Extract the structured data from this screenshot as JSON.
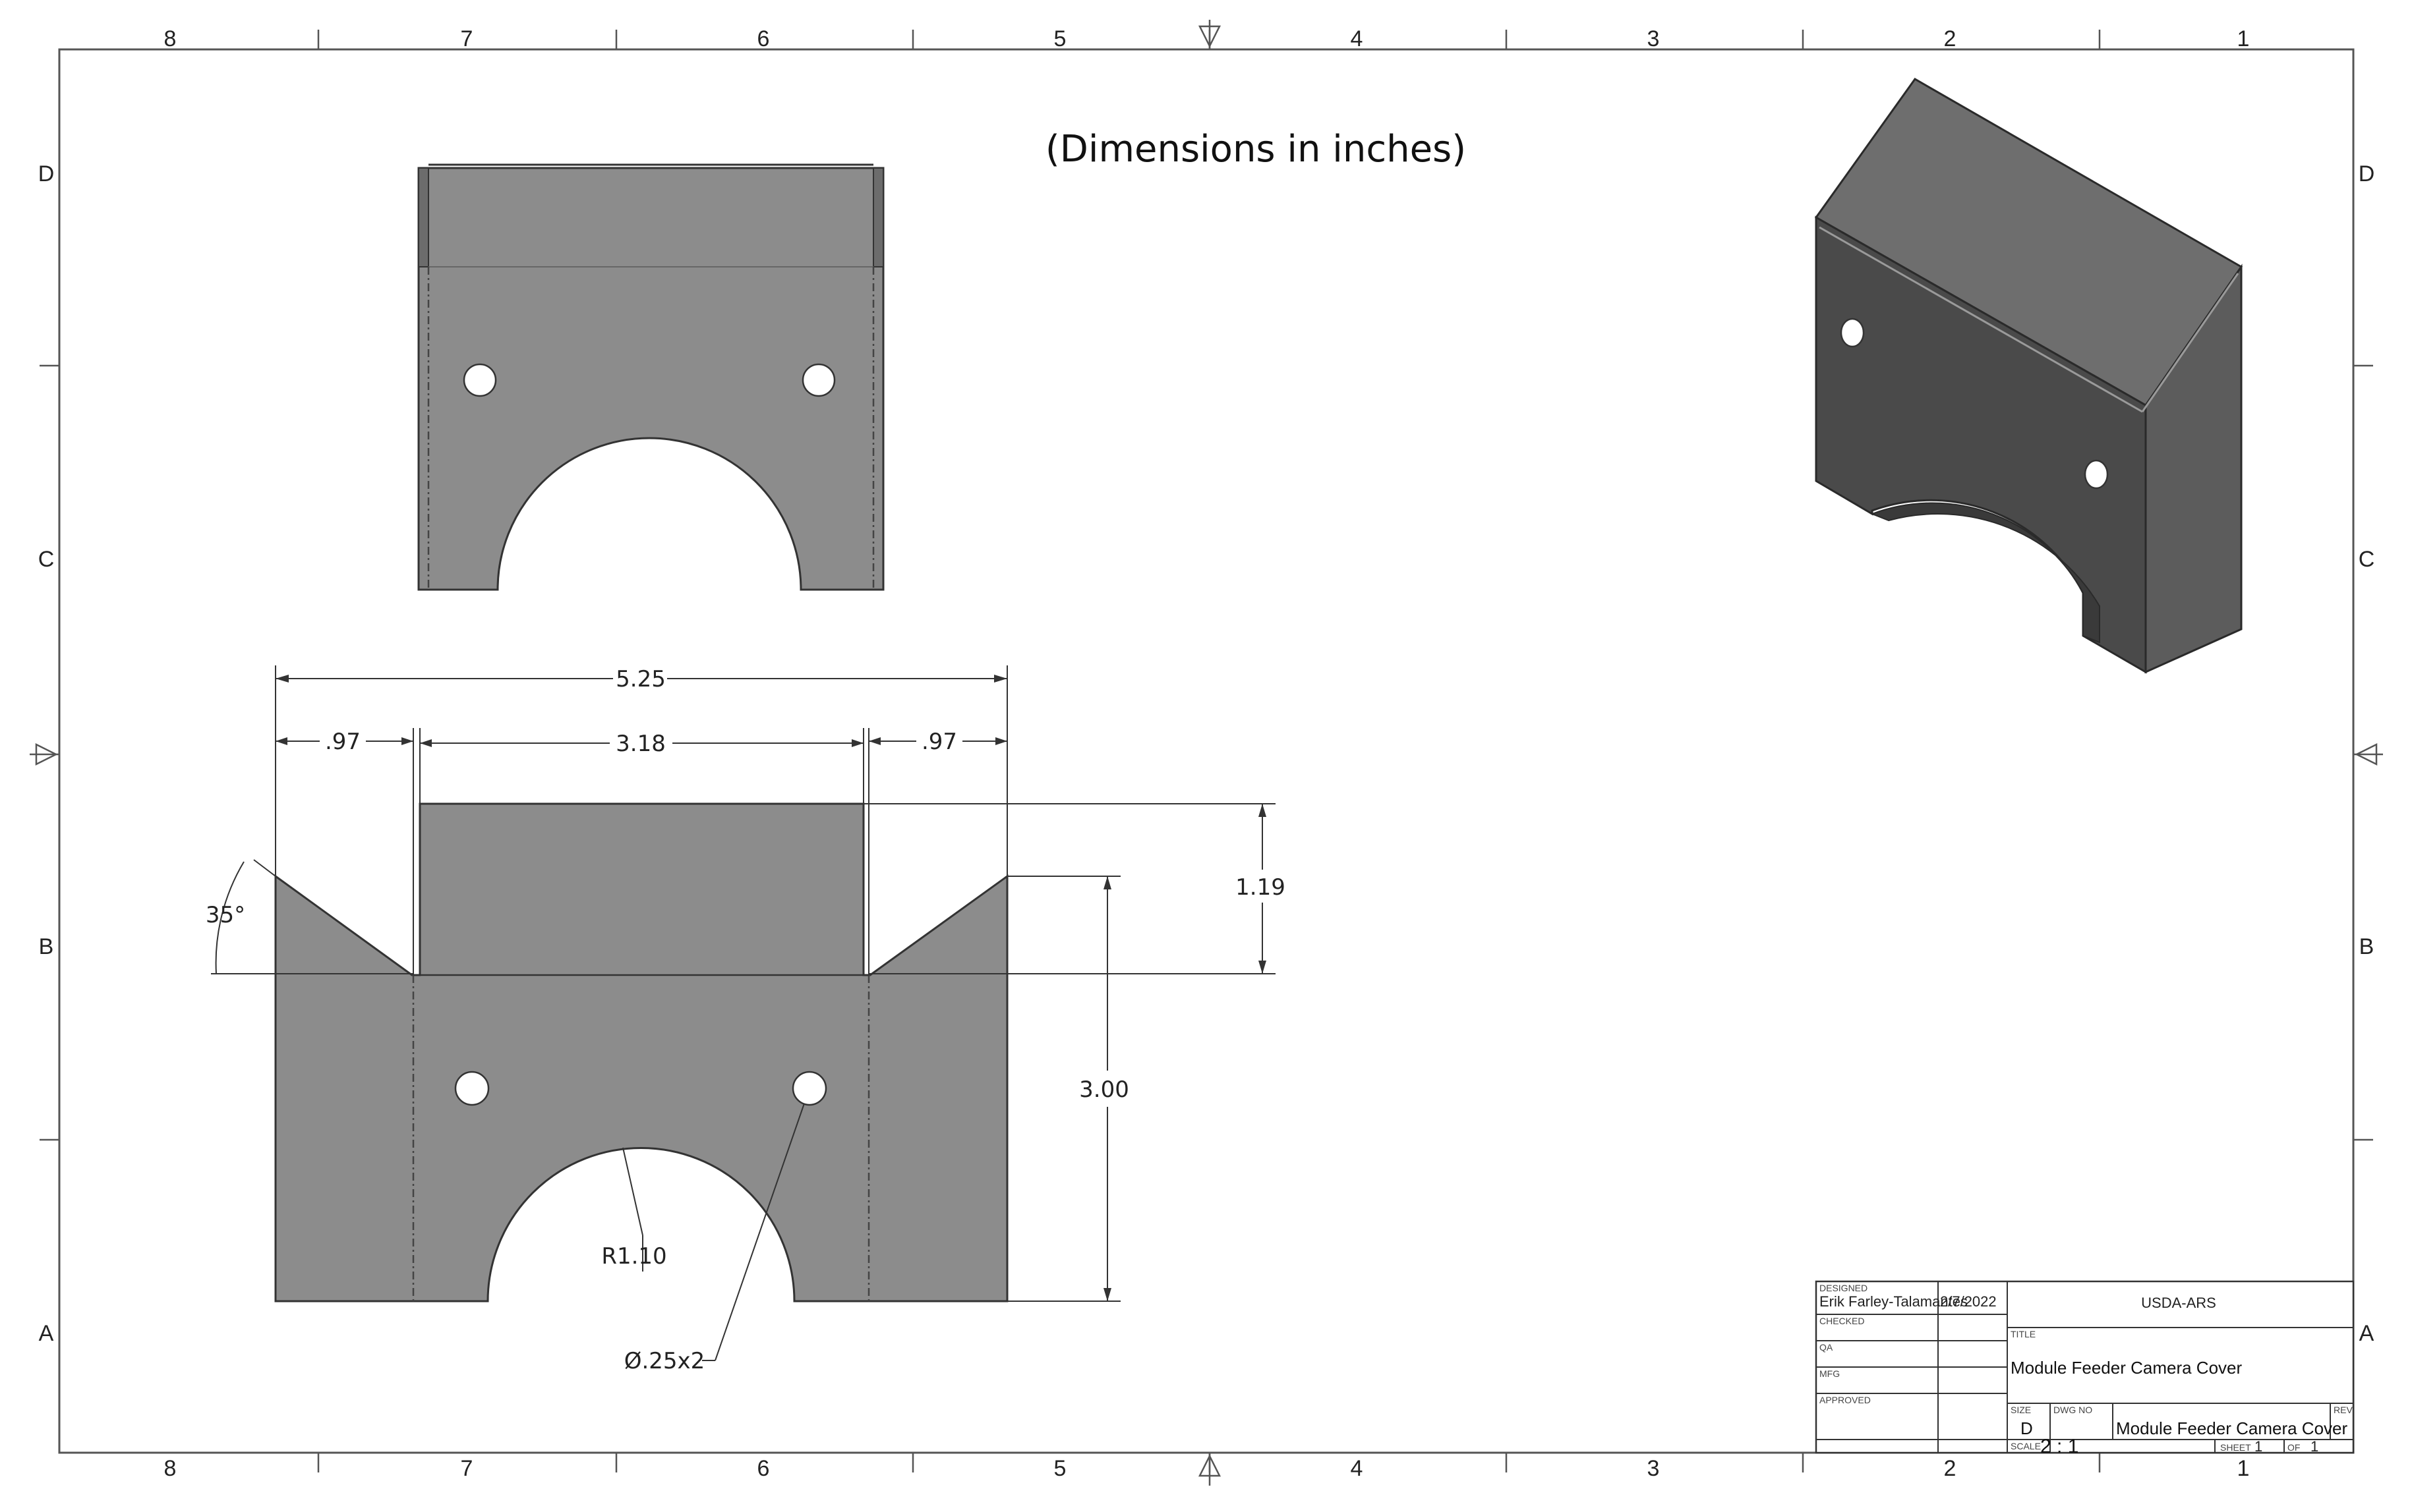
{
  "note": "(Dimensions in inches)",
  "zones": {
    "columns": [
      "8",
      "7",
      "6",
      "5",
      "4",
      "3",
      "2",
      "1"
    ],
    "rows": [
      "D",
      "C",
      "B",
      "A"
    ]
  },
  "dimensions": {
    "overall_width": "5.25",
    "left_flange": ".97",
    "center_width": "3.18",
    "right_flange": ".97",
    "tab_height": "1.19",
    "body_height": "3.00",
    "angle": "35°",
    "radius": "R1.10",
    "hole": "Ø.25x2"
  },
  "title_block": {
    "designed_label": "DESIGNED",
    "designed_by": "Erik Farley-Talamantes",
    "designed_date": "2/7/2022",
    "checked_label": "CHECKED",
    "qa_label": "QA",
    "mfg_label": "MFG",
    "approved_label": "APPROVED",
    "project": "USDA-ARS",
    "title_label": "TITLE",
    "title": "Module Feeder Camera Cover",
    "size_label": "SIZE",
    "size": "D",
    "dwg_label": "DWG NO",
    "dwg_no": "Module Feeder Camera Cover",
    "rev_label": "REV",
    "scale_label": "SCALE",
    "scale": "2 : 1",
    "sheet_label": "SHEET",
    "sheet": "1",
    "of_label": "OF",
    "of": "1"
  },
  "colors": {
    "part_fill": "#8c8c8c",
    "iso_front": "#4a4a4a",
    "iso_top": "#6e6e6e",
    "iso_side": "#5c5c5c"
  }
}
